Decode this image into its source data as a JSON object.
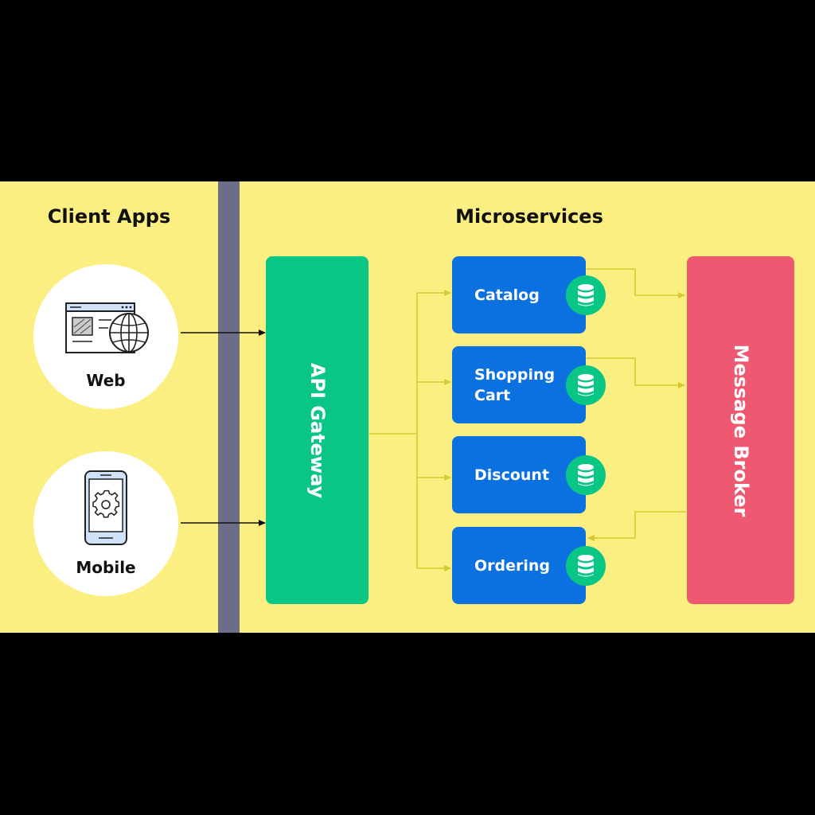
{
  "sections": {
    "client_title": "Client Apps",
    "micro_title": "Microservices"
  },
  "clients": [
    {
      "label": "Web",
      "icon": "browser-globe-icon"
    },
    {
      "label": "Mobile",
      "icon": "mobile-gear-icon"
    }
  ],
  "gateway": {
    "label": "API Gateway"
  },
  "services": [
    {
      "label": "Catalog",
      "icon": "database-icon"
    },
    {
      "label": "Shopping Cart",
      "icon": "database-icon"
    },
    {
      "label": "Discount",
      "icon": "database-icon"
    },
    {
      "label": "Ordering",
      "icon": "database-icon"
    }
  ],
  "broker": {
    "label": "Message Broker"
  },
  "colors": {
    "background": "#fbef82",
    "divider": "#6b6e86",
    "gateway": "#0ac685",
    "service": "#0b70e0",
    "db_badge": "#0ac685",
    "broker": "#ee5870",
    "connector": "#d6c82e",
    "client_arrow": "#111111"
  }
}
